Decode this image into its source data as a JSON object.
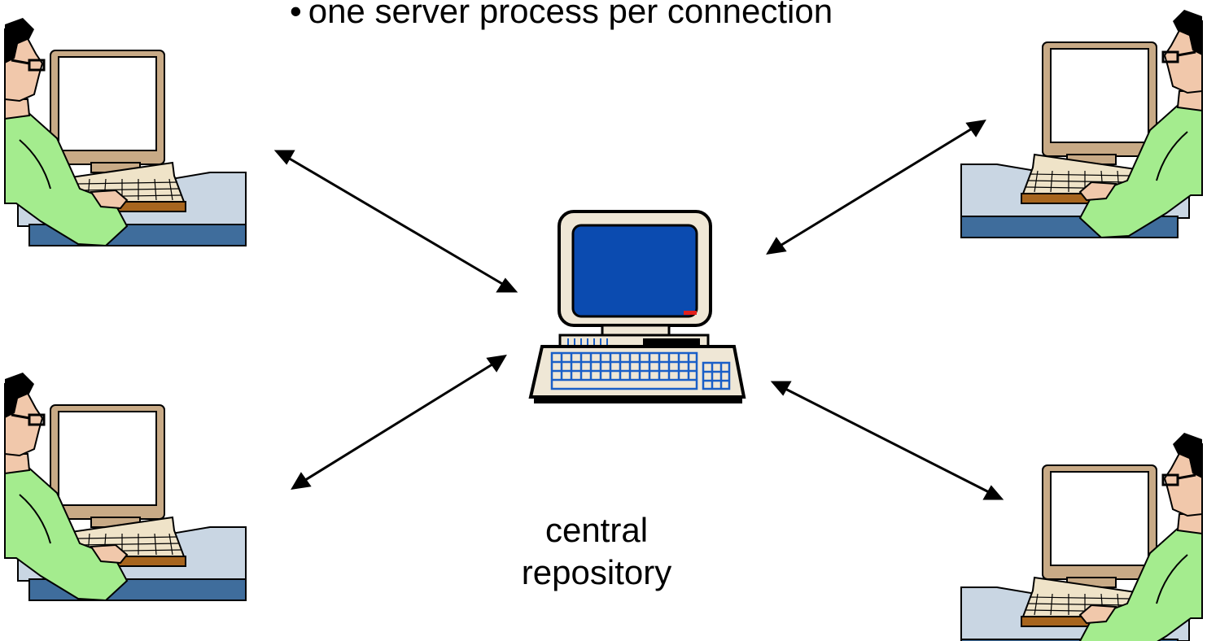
{
  "bullet": {
    "marker": "•",
    "text": "one server process per connection"
  },
  "server": {
    "caption_line1": "central",
    "caption_line2": "repository"
  },
  "icons": {
    "server": "desktop-computer-icon",
    "client": "user-at-workstation-icon",
    "link": "bidirectional-arrow-icon"
  },
  "colors": {
    "screen_blue": "#0b4bb0",
    "casing": "#efe7d6",
    "shirt_green": "#a4ec8e",
    "desk_top": "#c9d6e3",
    "desk_front": "#3f6d9c",
    "monitor_wood": "#c8aa86",
    "keyboard_keys": "#1a5fc7",
    "power_led": "#e2201c"
  }
}
